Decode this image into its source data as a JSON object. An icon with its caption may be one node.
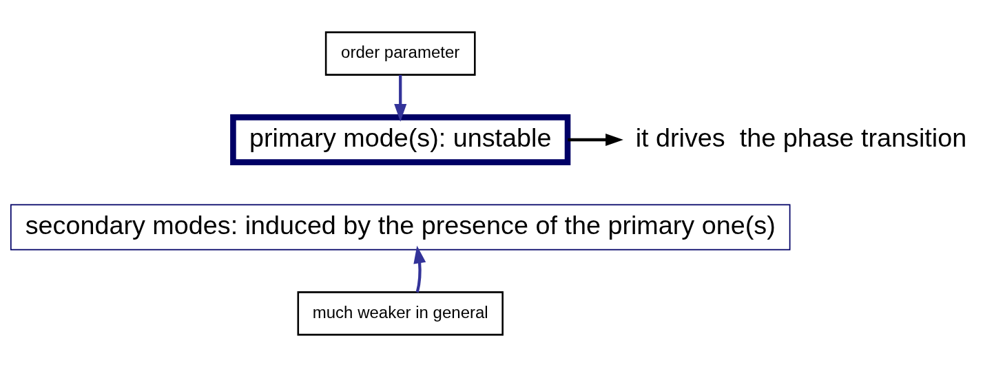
{
  "diagram": {
    "nodes": [
      {
        "text": [
          "order parameter"
        ]
      },
      {
        "text": [
          "primary mode(s): unstable"
        ]
      },
      {
        "text": [
          "it drives  the phase transition"
        ]
      },
      {
        "text": [
          "secondary modes: induced by the presence of the primary one(s)"
        ]
      },
      {
        "text": [
          "much weaker in general"
        ]
      }
    ],
    "edges": [
      {
        "from": 0,
        "to": 1,
        "arrow": "to",
        "color": "#333399"
      },
      {
        "from": 1,
        "to": 2,
        "arrow": "to",
        "color": "#000000"
      },
      {
        "from": 4,
        "to": 3,
        "arrow": "to",
        "color": "#333399"
      }
    ]
  }
}
